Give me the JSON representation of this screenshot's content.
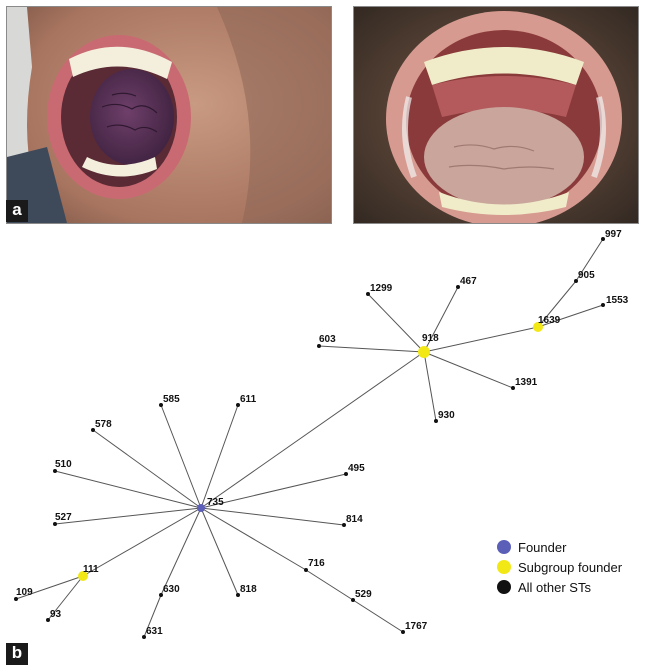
{
  "panels": {
    "a": {
      "label": "a"
    },
    "b": {
      "label": "b"
    }
  },
  "colors": {
    "founder": "#5b5fb8",
    "subgroup_founder": "#f2e816",
    "other": "#111111",
    "edge": "#555555"
  },
  "legend": {
    "founder": "Founder",
    "subgroup_founder": "Subgroup founder",
    "other": "All other STs"
  },
  "network": {
    "nodes": [
      {
        "id": "735",
        "role": "founder"
      },
      {
        "id": "918",
        "role": "subgroup_founder"
      },
      {
        "id": "1639",
        "role": "subgroup_founder"
      },
      {
        "id": "111",
        "role": "subgroup_founder"
      },
      {
        "id": "997",
        "role": "other"
      },
      {
        "id": "905",
        "role": "other"
      },
      {
        "id": "1553",
        "role": "other"
      },
      {
        "id": "1299",
        "role": "other"
      },
      {
        "id": "467",
        "role": "other"
      },
      {
        "id": "603",
        "role": "other"
      },
      {
        "id": "1391",
        "role": "other"
      },
      {
        "id": "930",
        "role": "other"
      },
      {
        "id": "585",
        "role": "other"
      },
      {
        "id": "611",
        "role": "other"
      },
      {
        "id": "578",
        "role": "other"
      },
      {
        "id": "510",
        "role": "other"
      },
      {
        "id": "495",
        "role": "other"
      },
      {
        "id": "527",
        "role": "other"
      },
      {
        "id": "814",
        "role": "other"
      },
      {
        "id": "716",
        "role": "other"
      },
      {
        "id": "529",
        "role": "other"
      },
      {
        "id": "1767",
        "role": "other"
      },
      {
        "id": "630",
        "role": "other"
      },
      {
        "id": "818",
        "role": "other"
      },
      {
        "id": "631",
        "role": "other"
      },
      {
        "id": "109",
        "role": "other"
      },
      {
        "id": "93",
        "role": "other"
      }
    ],
    "edges": [
      [
        "735",
        "918"
      ],
      [
        "918",
        "1639"
      ],
      [
        "1639",
        "905"
      ],
      [
        "905",
        "997"
      ],
      [
        "1639",
        "1553"
      ],
      [
        "918",
        "1299"
      ],
      [
        "918",
        "467"
      ],
      [
        "918",
        "603"
      ],
      [
        "918",
        "1391"
      ],
      [
        "918",
        "930"
      ],
      [
        "735",
        "585"
      ],
      [
        "735",
        "611"
      ],
      [
        "735",
        "578"
      ],
      [
        "735",
        "510"
      ],
      [
        "735",
        "495"
      ],
      [
        "735",
        "527"
      ],
      [
        "735",
        "814"
      ],
      [
        "735",
        "716"
      ],
      [
        "716",
        "529"
      ],
      [
        "529",
        "1767"
      ],
      [
        "735",
        "630"
      ],
      [
        "630",
        "631"
      ],
      [
        "735",
        "818"
      ],
      [
        "735",
        "111"
      ],
      [
        "111",
        "109"
      ],
      [
        "111",
        "93"
      ]
    ]
  }
}
